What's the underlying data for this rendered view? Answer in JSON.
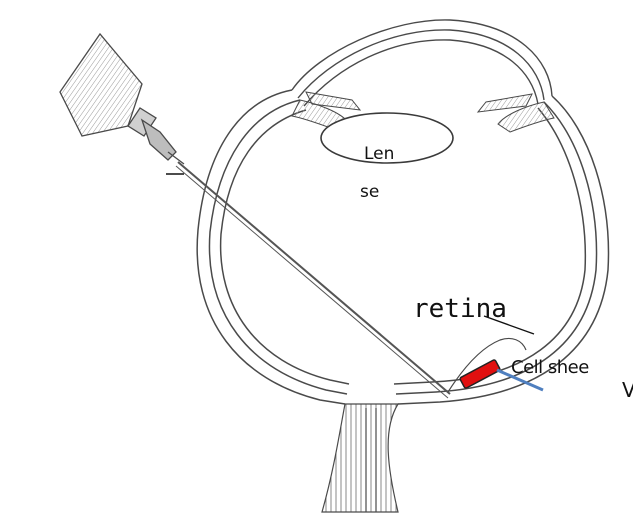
{
  "labels": {
    "lens_line1": "Len",
    "lens_line2": "se",
    "retina": "retina",
    "cell_sheet": "Cell shee",
    "edge_mark": "V"
  },
  "colors": {
    "ink": "#4a4a4a",
    "implant": "#e01010",
    "pointer": "#4f7fbf",
    "background": "#ffffff"
  },
  "icons": {
    "syringe": "syringe-icon",
    "needle": "needle-icon"
  }
}
